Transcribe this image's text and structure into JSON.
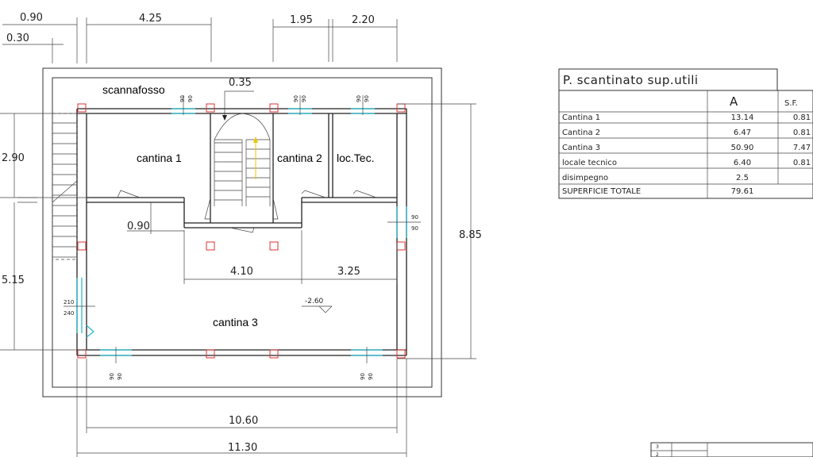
{
  "dimensions": {
    "top_090": "0.90",
    "top_030": "0.30",
    "top_425": "4.25",
    "top_195": "1.95",
    "top_220": "2.20",
    "top_035": "0.35",
    "left_290": "2.90",
    "left_515": "5.15",
    "inner_090": "0.90",
    "inner_410": "4.10",
    "inner_325": "3.25",
    "right_885": "8.85",
    "bottom_1060": "10.60",
    "bottom_1130": "11.30",
    "level": "-2.60"
  },
  "labels": {
    "scannafosso": "scannafosso",
    "cantina1": "cantina 1",
    "cantina2": "cantina 2",
    "loctec": "loc.Tec.",
    "cantina3": "cantina 3"
  },
  "window_marks": {
    "w1a": "90",
    "w1b": "90",
    "w2a": "90",
    "w2b": "90",
    "w3a": "90",
    "w3b": "90",
    "w4a": "90",
    "w4b": "90",
    "w5a": "90",
    "w5b": "90",
    "w6a": "90",
    "w6b": "90",
    "door_a": "210",
    "door_b": "240"
  },
  "table": {
    "title": "P. scantinato sup.utili",
    "col_a": "A",
    "col_sf": "S.F.",
    "rows": [
      {
        "name": "Cantina 1",
        "a": "13.14",
        "sf": "0.81"
      },
      {
        "name": "Cantina 2",
        "a": "6.47",
        "sf": "0.81"
      },
      {
        "name": "Cantina 3",
        "a": "50.90",
        "sf": "7.47"
      },
      {
        "name": "locale tecnico",
        "a": "6.40",
        "sf": "0.81"
      },
      {
        "name": "disimpegno",
        "a": "2.5",
        "sf": ""
      },
      {
        "name": "SUPERFICIE TOTALE",
        "a": "79.61",
        "sf": ""
      }
    ]
  },
  "title_block": {
    "row1": "3",
    "row2": "2"
  }
}
